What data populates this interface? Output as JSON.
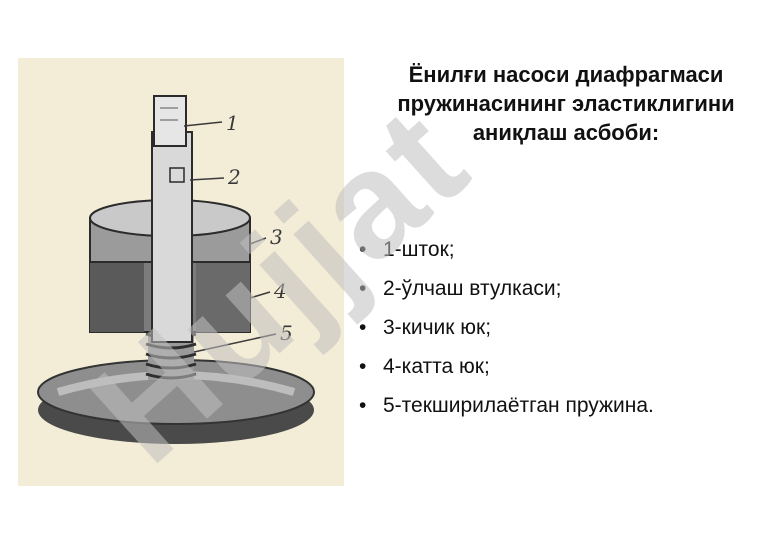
{
  "slide": {
    "title": "Ёнилғи насоси диафрагмаси пружинасининг эластиклигини аниқлаш асбоби:",
    "items": [
      "1-шток;",
      "2-ўлчаш втулкаси;",
      "3-кичик юк;",
      "4-катта юк;",
      "5-текширилаётган пружина."
    ]
  },
  "figure": {
    "callouts": [
      "1",
      "2",
      "3",
      "4",
      "5"
    ],
    "paper_color": "#f3ecd6",
    "ink_color": "#3a3a3a"
  },
  "watermark": {
    "text": "Hujjat",
    "color": "#c0c0c0"
  }
}
